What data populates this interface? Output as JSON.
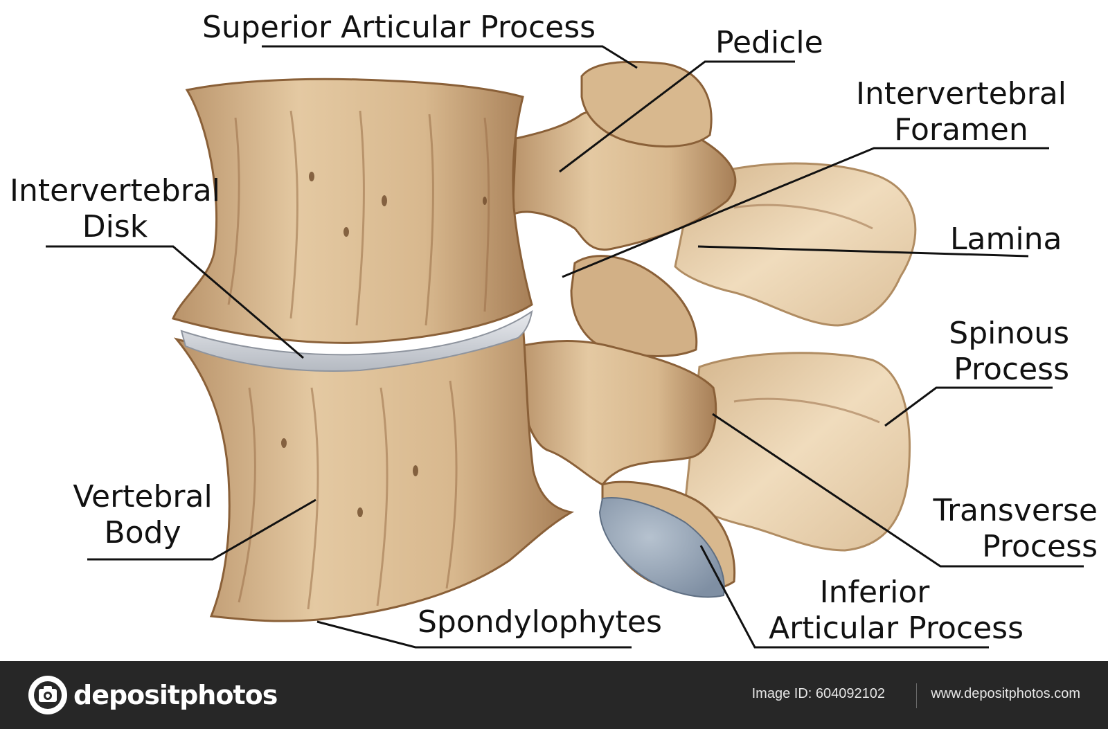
{
  "labels": {
    "superior_articular_process": "Superior Articular Process",
    "pedicle": "Pedicle",
    "intervertebral_foramen": [
      "Intervertebral",
      "Foramen"
    ],
    "intervertebral_disk": [
      "Intervertebral",
      "Disk"
    ],
    "lamina": "Lamina",
    "spinous_process": [
      "Spinous",
      "Process"
    ],
    "transverse_process": [
      "Transverse",
      "Process"
    ],
    "vertebral_body": [
      "Vertebral",
      "Body"
    ],
    "spondylophytes": "Spondylophytes",
    "inferior_articular_process": [
      "Inferior",
      "Articular Process"
    ]
  },
  "footer": {
    "brand": "depositphotos",
    "image_id": "Image ID: 604092102",
    "url": "www.depositphotos.com"
  },
  "colors": {
    "bone": "#e6cba4",
    "bone_shadow": "#8a6038",
    "disk": "#c8ccd2",
    "cartilage": "#9aa8b8",
    "footer_bg": "#272727"
  }
}
